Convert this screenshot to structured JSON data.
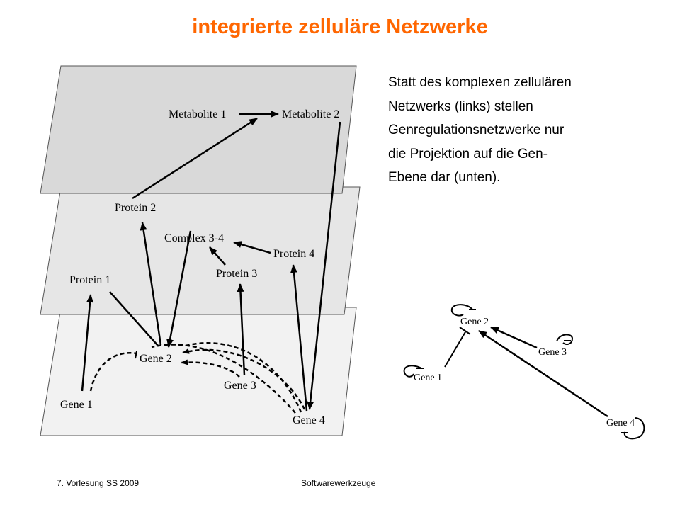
{
  "title": "integrierte zelluläre Netzwerke",
  "description_lines": [
    "Statt des komplexen zellulären",
    "Netzwerks (links) stellen",
    "Genregulationsnetzwerke nur",
    "die Projektion auf die Gen-",
    "Ebene dar (unten)."
  ],
  "layered_network": {
    "metabolite_layer": {
      "color": "#d9d9d9",
      "nodes": [
        "Metabolite 1",
        "Metabolite 2"
      ]
    },
    "protein_layer": {
      "color": "#e6e6e6",
      "nodes": [
        "Protein 2",
        "Complex 3-4",
        "Protein 4",
        "Protein 3",
        "Protein 1"
      ]
    },
    "gene_layer": {
      "color": "#f2f2f2",
      "nodes": [
        "Gene 2",
        "Gene 1",
        "Gene 3",
        "Gene 4"
      ]
    }
  },
  "projection_network": {
    "nodes": [
      "Gene 2",
      "Gene 3",
      "Gene 1",
      "Gene 4"
    ]
  },
  "footer": {
    "left": "7. Vorlesung SS 2009",
    "center": "Softwarewerkzeuge"
  }
}
